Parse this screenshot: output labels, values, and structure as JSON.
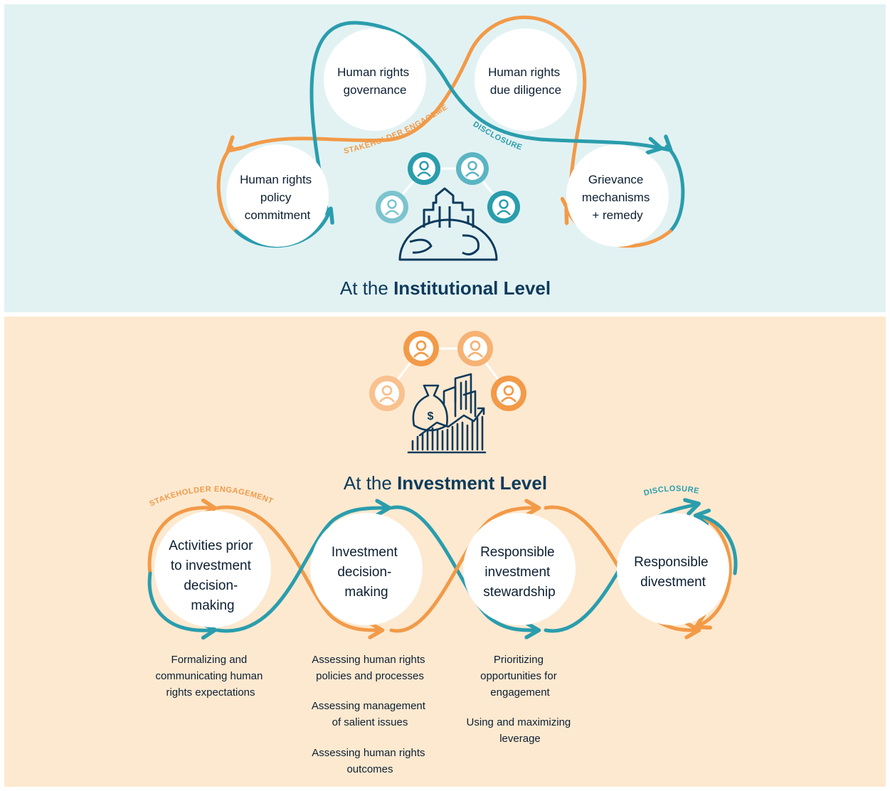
{
  "institutional": {
    "title_prefix": "At the ",
    "title_bold": "Institutional Level",
    "nodes": {
      "governance": [
        "Human rights",
        "governance"
      ],
      "due_diligence": [
        "Human rights",
        "due diligence"
      ],
      "policy": [
        "Human rights",
        "policy",
        "commitment"
      ],
      "grievance": [
        "Grievance",
        "mechanisms",
        "+ remedy"
      ]
    },
    "label_engagement": "STAKEHOLDER ENGAGEMENT",
    "label_disclosure": "DISCLOSURE"
  },
  "investment": {
    "title_prefix": "At the ",
    "title_bold": "Investment Level",
    "label_engagement": "STAKEHOLDER ENGAGEMENT",
    "label_disclosure": "DISCLOSURE",
    "stages": [
      {
        "lines": [
          "Activities prior",
          "to investment",
          "decision-",
          "making"
        ]
      },
      {
        "lines": [
          "Investment",
          "decision-",
          "making"
        ]
      },
      {
        "lines": [
          "Responsible",
          "investment",
          "stewardship"
        ]
      },
      {
        "lines": [
          "Responsible",
          "divestment"
        ]
      }
    ],
    "captions": {
      "stage1": [
        [
          "Formalizing and",
          "communicating human",
          "rights expectations"
        ]
      ],
      "stage2": [
        [
          "Assessing human rights",
          "policies and processes"
        ],
        [
          "Assessing management",
          "of salient issues"
        ],
        [
          "Assessing human rights",
          "outcomes"
        ]
      ],
      "stage3": [
        [
          "Prioritizing",
          "opportunities for",
          "engagement"
        ],
        [
          "Using and maximizing",
          "leverage"
        ]
      ]
    }
  },
  "colors": {
    "teal": "#2a9dad",
    "orange": "#f29a48",
    "navy": "#0c3a5c",
    "top_bg": "#e2f2f3",
    "bottom_bg": "#fde9d0"
  }
}
